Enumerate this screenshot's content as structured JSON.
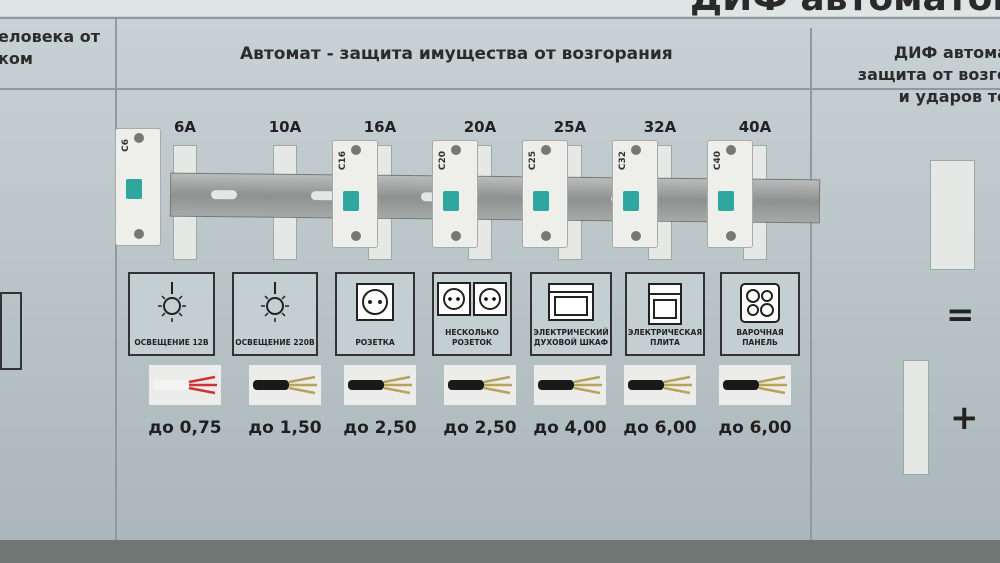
{
  "board": {
    "top_title_fragment": "ДИФ автоматов",
    "left_header": [
      "еловека от",
      "ком"
    ],
    "main_header": "Автомат - защита имущества от возгорания",
    "right_header": [
      "ДИФ автома",
      "защита от возго",
      "и ударов то"
    ],
    "columns": [
      {
        "amperage": "6A",
        "breaker_label": "C6",
        "load": "ОСВЕЩЕНИЕ 12В",
        "icon": "lamp-icon",
        "cable": "до 0,75"
      },
      {
        "amperage": "10A",
        "breaker_label": "",
        "load": "ОСВЕЩЕНИЕ 220В",
        "icon": "lamp-icon",
        "cable": "до 1,50"
      },
      {
        "amperage": "16A",
        "breaker_label": "C16",
        "load": "РОЗЕТКА",
        "icon": "socket-icon",
        "cable": "до 2,50"
      },
      {
        "amperage": "20A",
        "breaker_label": "C20",
        "load": "НЕСКОЛЬКО РОЗЕТОК",
        "icon": "double-socket-icon",
        "cable": "до 2,50"
      },
      {
        "amperage": "25A",
        "breaker_label": "C25",
        "load": "ЭЛЕКТРИЧЕСКИЙ ДУХОВОЙ ШКАФ",
        "icon": "oven-icon",
        "cable": "до 4,00"
      },
      {
        "amperage": "32A",
        "breaker_label": "C32",
        "load": "ЭЛЕКТРИЧЕСКАЯ ПЛИТА",
        "icon": "stove-icon",
        "cable": "до 6,00"
      },
      {
        "amperage": "40A",
        "breaker_label": "C40",
        "load": "ВАРОЧНАЯ ПАНЕЛЬ",
        "icon": "hob-icon",
        "cable": "до 6,00"
      }
    ],
    "equals_symbol": "=",
    "plus_symbol": "+",
    "colors": {
      "board": "#c3cdd0",
      "lever": "#2fa6a0",
      "text": "#222222"
    }
  }
}
